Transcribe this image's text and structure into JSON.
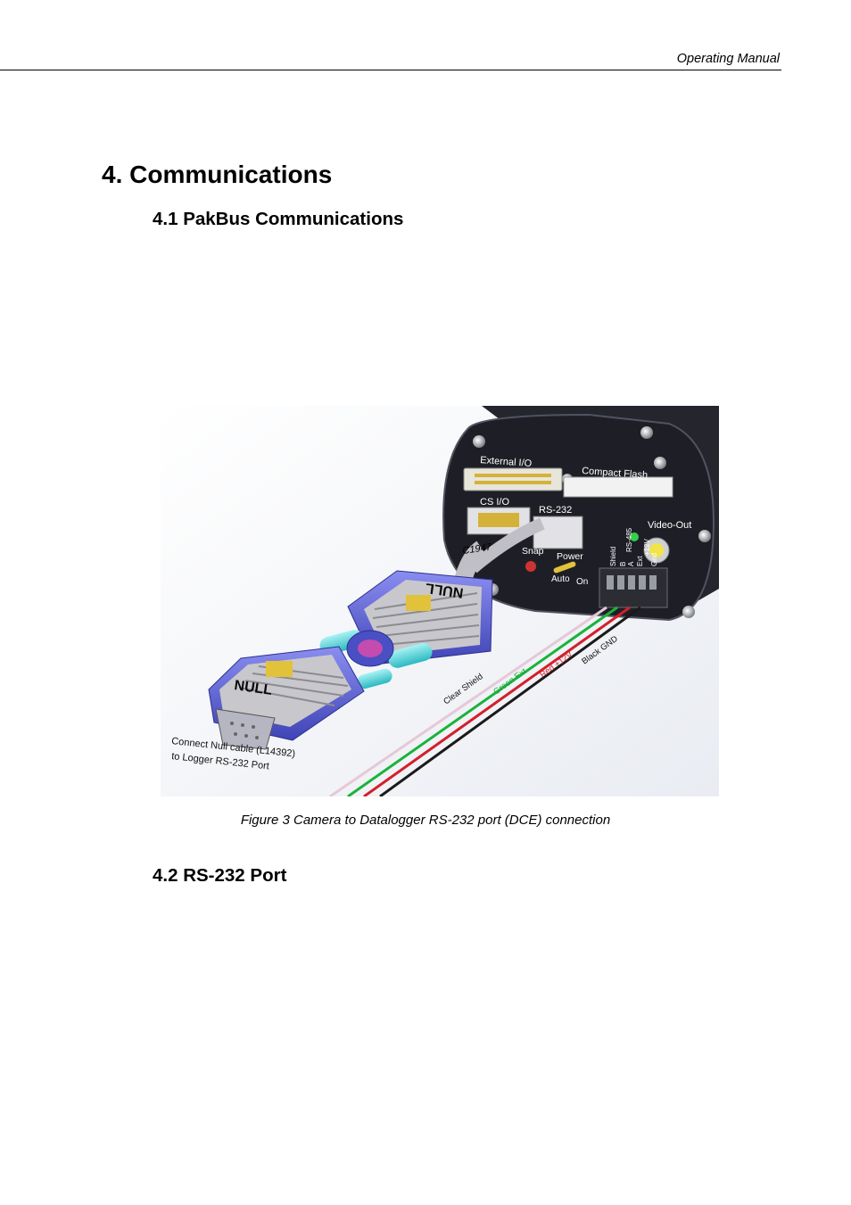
{
  "header": {
    "title": "Operating Manual"
  },
  "chapter": {
    "title": "4.  Communications"
  },
  "sections": [
    {
      "title": "4.1  PakBus Communications"
    },
    {
      "title": "4.2  RS-232 Port"
    }
  ],
  "figure": {
    "caption": "Figure 3  Camera to Datalogger RS-232 port (DCE) connection",
    "labels": {
      "external_io": "External I/O",
      "compact_flash": "Compact Flash",
      "cs_io": "CS I/O",
      "rs232": "RS-232",
      "video_out": "Video-Out",
      "c1947": "C1947",
      "snap": "Snap",
      "power": "Power",
      "auto": "Auto",
      "on": "On",
      "terminal_shield": "Shield",
      "terminal_b": "B",
      "terminal_a": "A",
      "terminal_rs485": "RS-485",
      "terminal_ext": "Ext",
      "terminal_12v": "+12V",
      "terminal_gnd": "Gnd",
      "null_top": "NULL",
      "null_bottom": "NULL",
      "connect_line1": "Connect Null cable (L14392)",
      "connect_line2": "to Logger RS-232 Port",
      "wire_clear": "Clear Shield",
      "wire_green": "Green Ext",
      "wire_red": "Red +12V",
      "wire_black": "Black GND"
    },
    "colors": {
      "camera_body": "#1e1f26",
      "connector": "#5b5fd1",
      "cyan": "#49d8dc",
      "gold": "#e2c23a",
      "wire_green": "#19b33b",
      "wire_red": "#d3202a",
      "wire_black": "#1a1a1a",
      "wire_clear": "#c98fb0"
    }
  }
}
